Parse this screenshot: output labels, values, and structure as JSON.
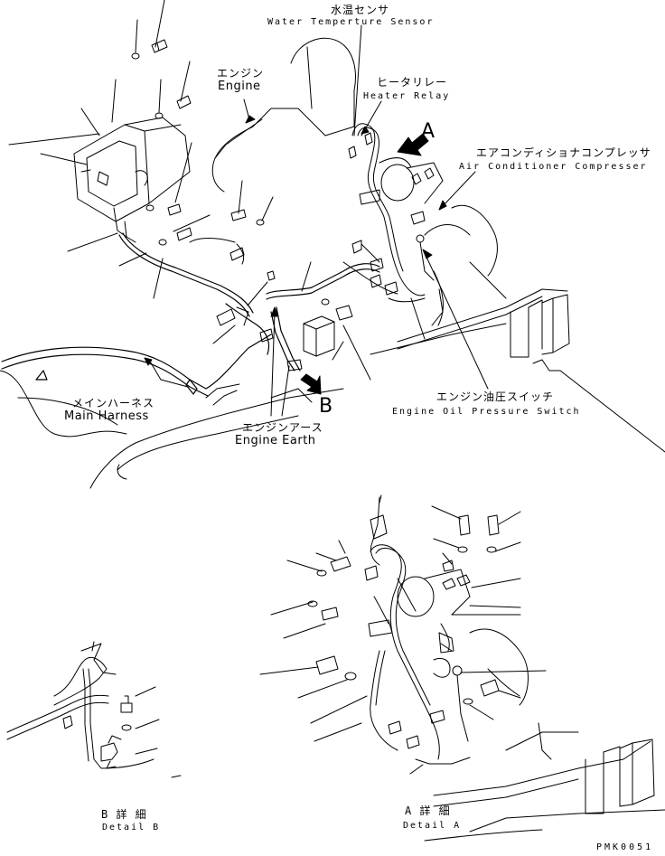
{
  "labels": {
    "water_temp_jp": "水温センサ",
    "water_temp_en": "Water Temperture Sensor",
    "engine_jp": "エンジン",
    "engine_en": "Engine",
    "heater_relay_jp": "ヒータリレー",
    "heater_relay_en": "Heater Relay",
    "aircon_jp": "エアコンディショナコンプレッサ",
    "aircon_en": "Air Conditioner Compresser",
    "oil_switch_jp": "エンジン油圧スイッチ",
    "oil_switch_en": "Engine Oil Pressure Switch",
    "main_harness_jp": "メインハーネス",
    "main_harness_en": "Main Harness",
    "engine_earth_jp": "エンジンアース",
    "engine_earth_en": "Engine Earth",
    "detail_b_jp": "B 詳 細",
    "detail_b_en": "Detail B",
    "detail_a_jp": "A 詳 細",
    "detail_a_en": "Detail A",
    "arrow_a": "A",
    "arrow_b": "B",
    "drawing_code": "PMK0051"
  }
}
